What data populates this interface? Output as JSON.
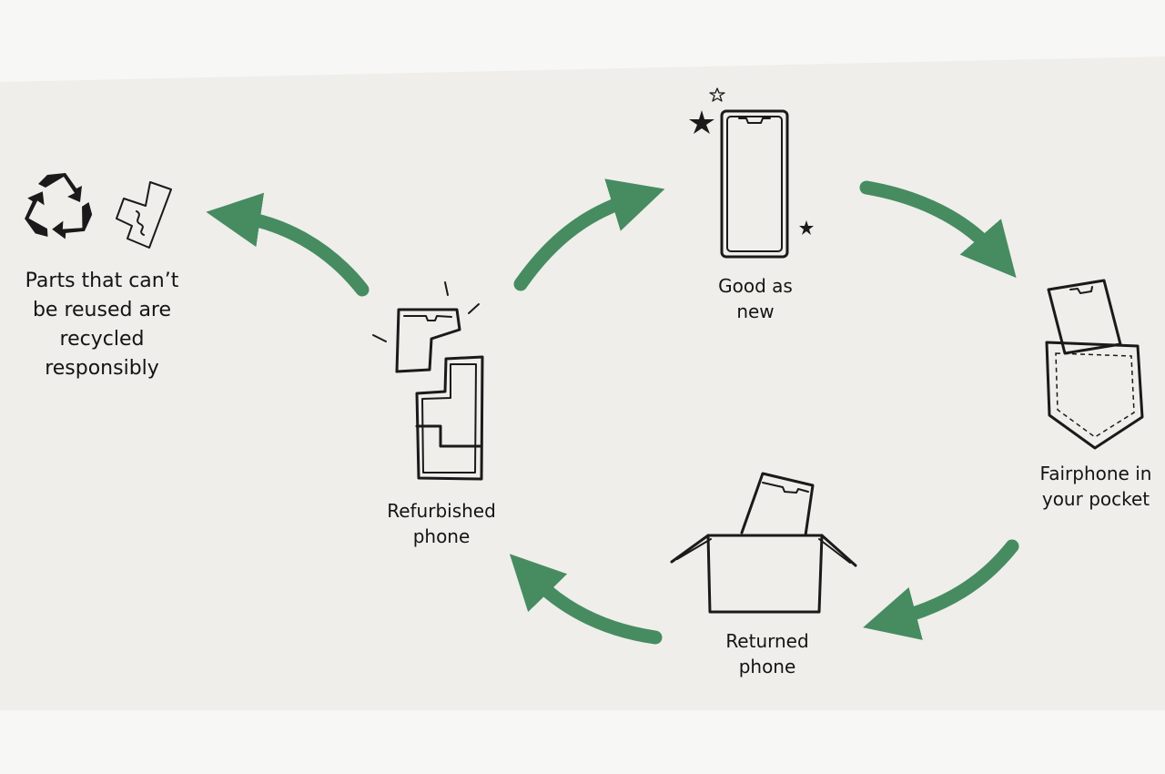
{
  "colors": {
    "page_background": "#f7f7f6",
    "panel_background": "#efeeea",
    "arrow_green": "#468c60",
    "ink": "#1a1a1a"
  },
  "steps": {
    "recycle": {
      "icon": "recycle-icon",
      "lines": [
        "Parts that can’t",
        "be reused are",
        "recycled",
        "responsibly"
      ]
    },
    "refurbished": {
      "icon": "broken-phone-icon",
      "lines": [
        "Refurbished",
        "phone"
      ]
    },
    "good_as_new": {
      "icon": "sparkling-phone-icon",
      "lines": [
        "Good as",
        "new"
      ]
    },
    "pocket": {
      "icon": "phone-in-pocket-icon",
      "lines": [
        "Fairphone in",
        "your pocket"
      ]
    },
    "returned": {
      "icon": "phone-in-box-icon",
      "lines": [
        "Returned",
        "phone"
      ]
    }
  }
}
